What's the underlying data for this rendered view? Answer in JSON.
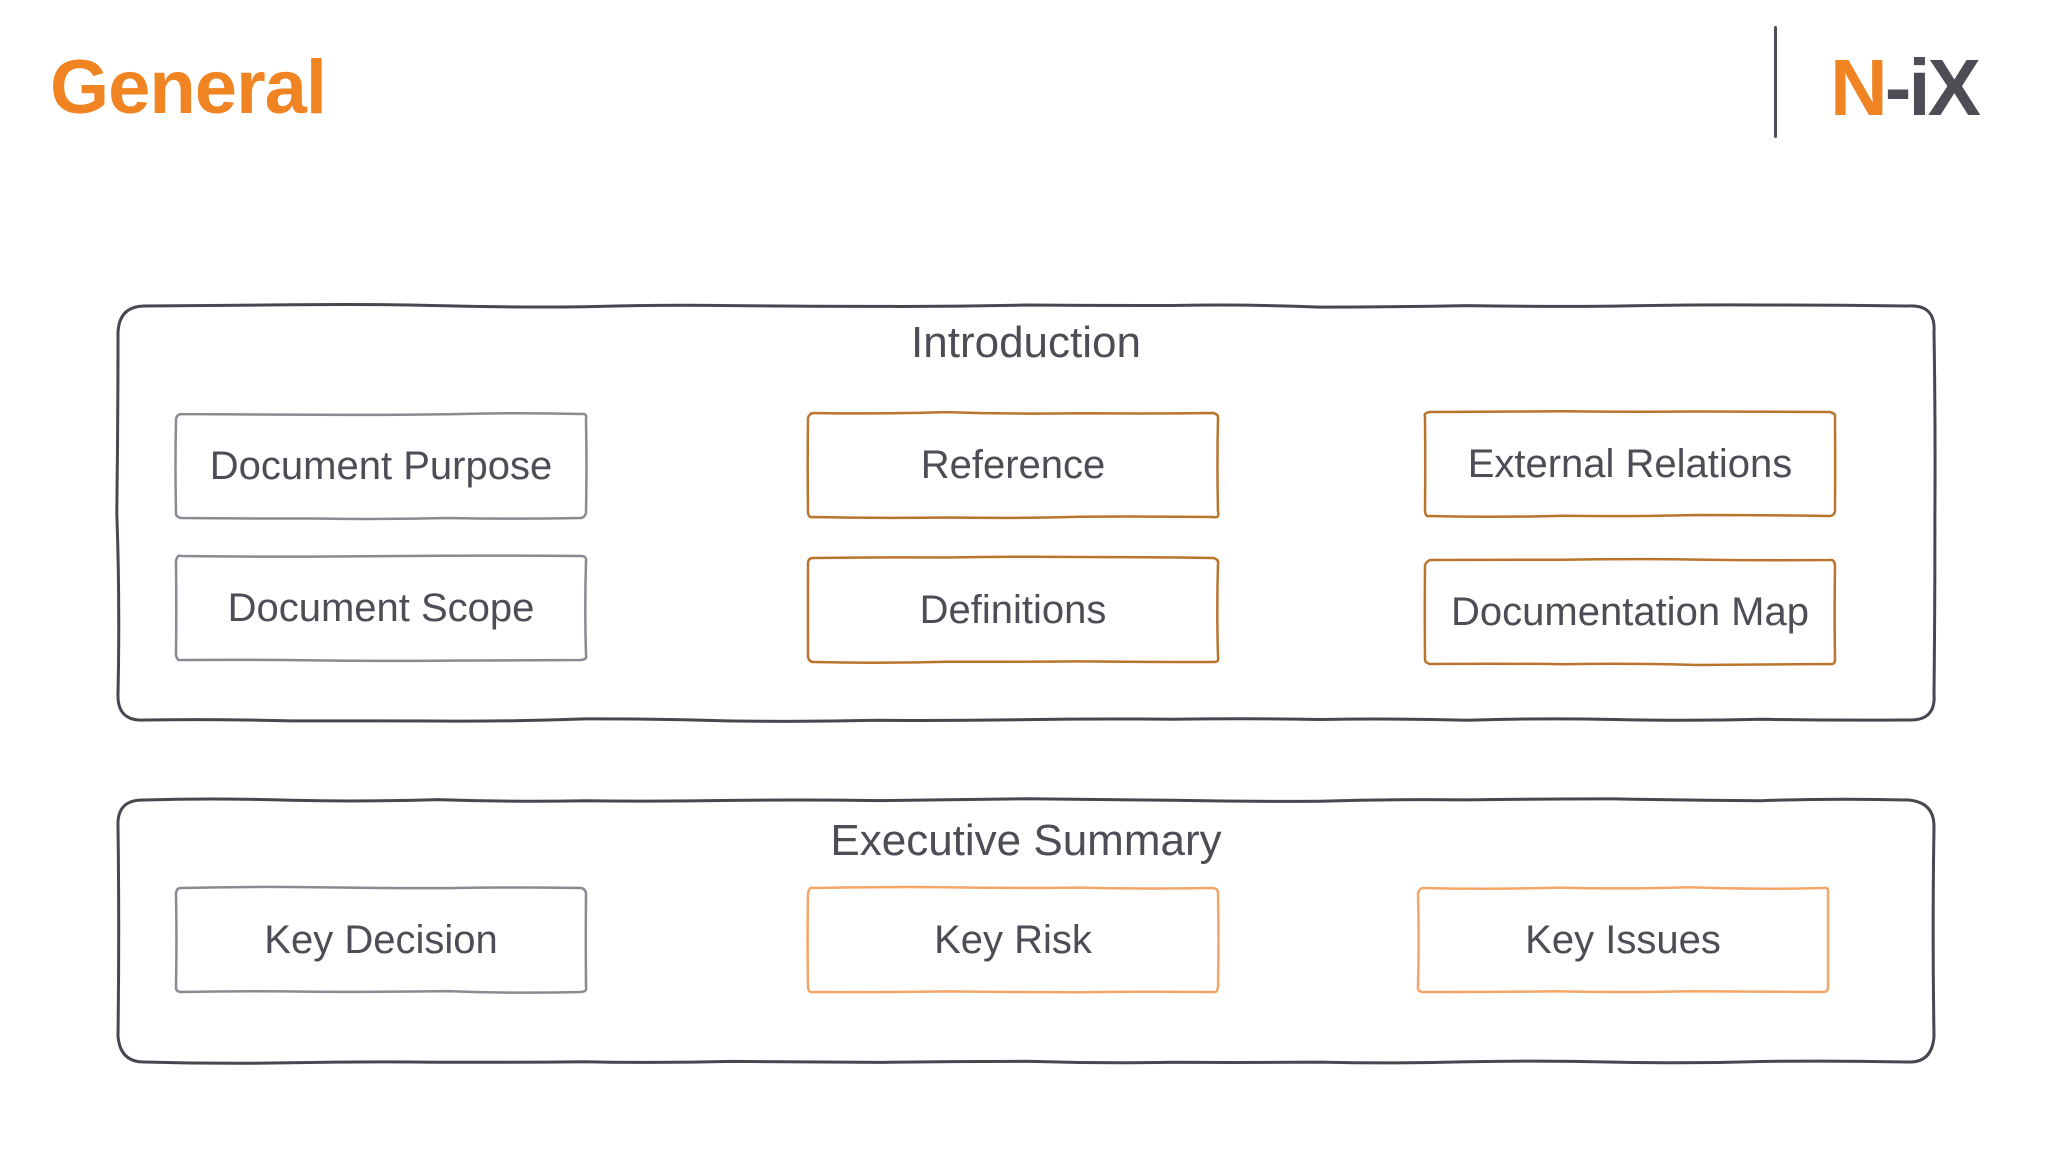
{
  "header": {
    "title": "General",
    "logo": {
      "part_orange": "N",
      "part_dark": "-iX"
    }
  },
  "colors": {
    "accent_orange": "#F08322",
    "text_dark_gray": "#4D4D55",
    "panel_border": "#47474F",
    "box_border_gray": "#8A8A92",
    "box_border_orange": "#B9742E",
    "box_border_light_orange": "#F3A668"
  },
  "sections": [
    {
      "title": "Introduction",
      "boxes": [
        {
          "label": "Document Purpose",
          "variant": "gray"
        },
        {
          "label": "Reference",
          "variant": "orange"
        },
        {
          "label": "External Relations",
          "variant": "orange"
        },
        {
          "label": "Document Scope",
          "variant": "gray"
        },
        {
          "label": "Definitions",
          "variant": "orange"
        },
        {
          "label": "Documentation Map",
          "variant": "orange"
        }
      ]
    },
    {
      "title": "Executive Summary",
      "boxes": [
        {
          "label": "Key Decision",
          "variant": "gray"
        },
        {
          "label": "Key Risk",
          "variant": "light-orange"
        },
        {
          "label": "Key Issues",
          "variant": "light-orange"
        }
      ]
    }
  ]
}
